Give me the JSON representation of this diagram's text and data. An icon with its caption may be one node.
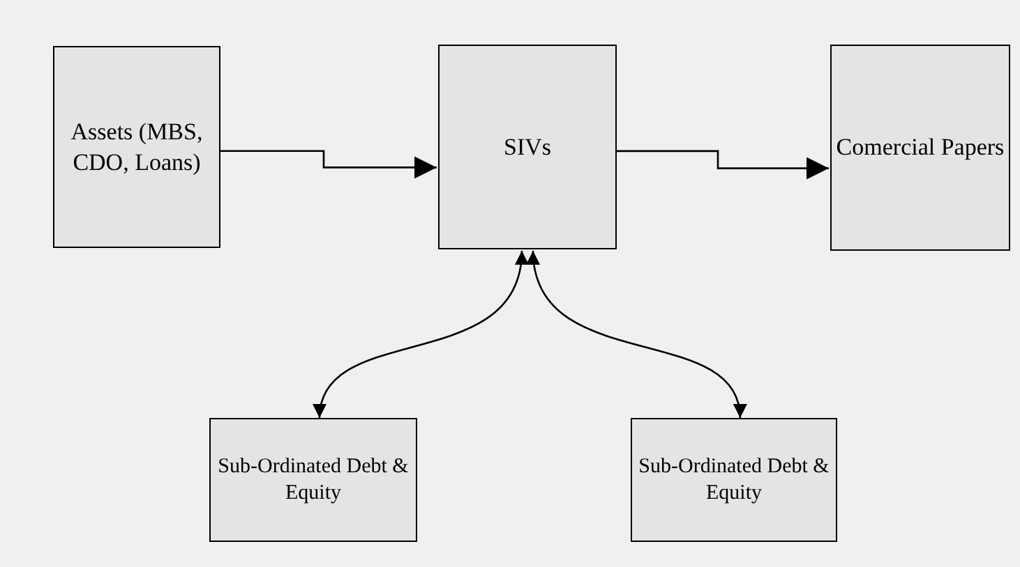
{
  "diagram": {
    "nodes": [
      {
        "text": [
          "Assets (MBS, CDO, Loans)"
        ]
      },
      {
        "text": [
          "SIVs"
        ]
      },
      {
        "text": [
          "Comercial Papers"
        ]
      },
      {
        "text": [
          "Sub-Ordinated Debt & Equity"
        ]
      },
      {
        "text": [
          "Sub-Ordinated Debt & Equity"
        ]
      }
    ],
    "edges": [
      {
        "from": 0,
        "to": 1,
        "arrow": "to"
      },
      {
        "from": 1,
        "to": 2,
        "arrow": "to"
      },
      {
        "from": 1,
        "to": 3,
        "arrow": "both"
      },
      {
        "from": 1,
        "to": 4,
        "arrow": "both"
      }
    ]
  }
}
